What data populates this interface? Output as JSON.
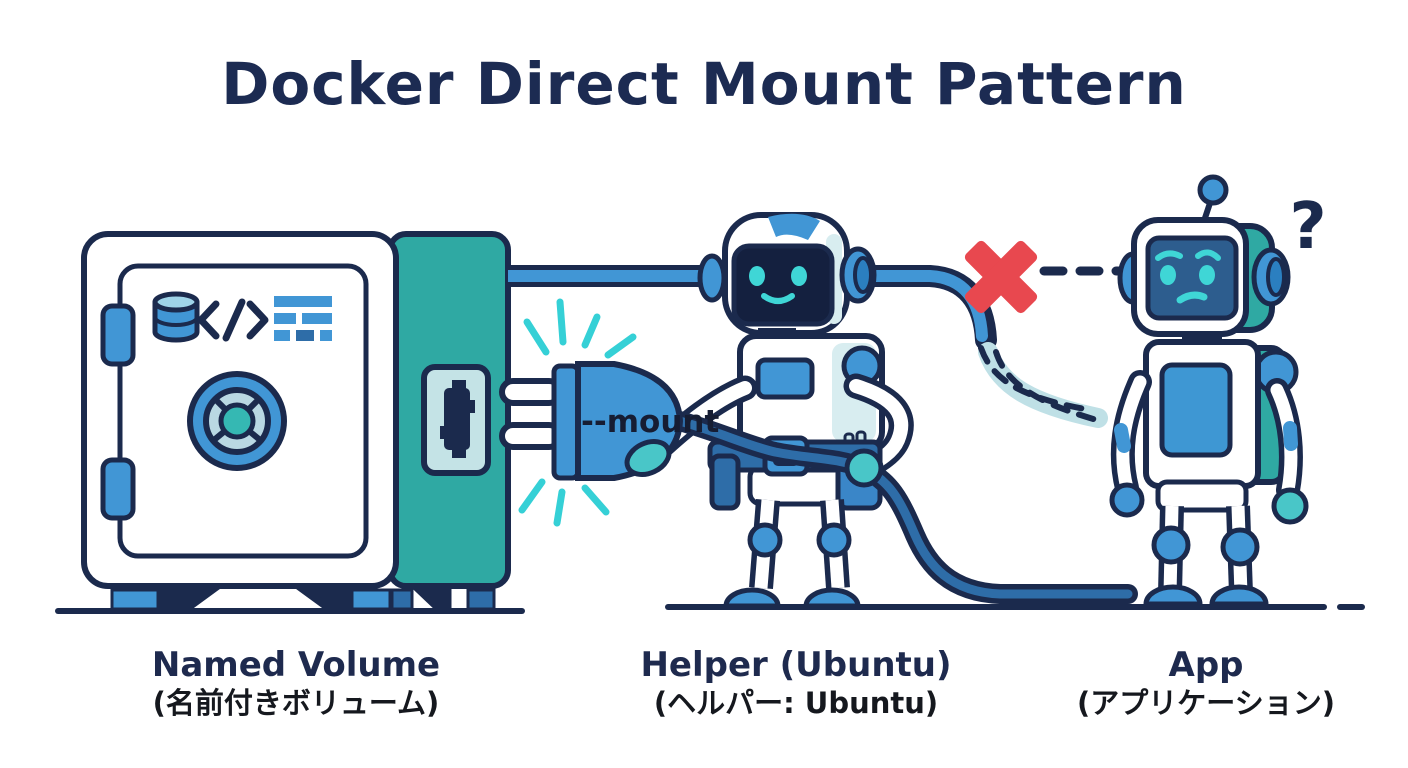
{
  "title": "Docker Direct Mount Pattern",
  "colors": {
    "outline_navy": "#1b2a4d",
    "blue": "#4196d5",
    "mid_blue": "#2e6da8",
    "teal": "#2fa9a3",
    "accent_teal": "#35d0d6",
    "pale_blue": "#cfe8ec",
    "red_x": "#e8484f"
  },
  "diagram": {
    "mount_label": "--mount",
    "question_mark": "?"
  },
  "labels": {
    "volume": {
      "en": "Named Volume",
      "ja": "(名前付きボリューム)"
    },
    "helper": {
      "en": "Helper (Ubuntu)",
      "ja": "(ヘルパー: Ubuntu)"
    },
    "app": {
      "en": "App",
      "ja": "(アプリケーション)"
    }
  }
}
